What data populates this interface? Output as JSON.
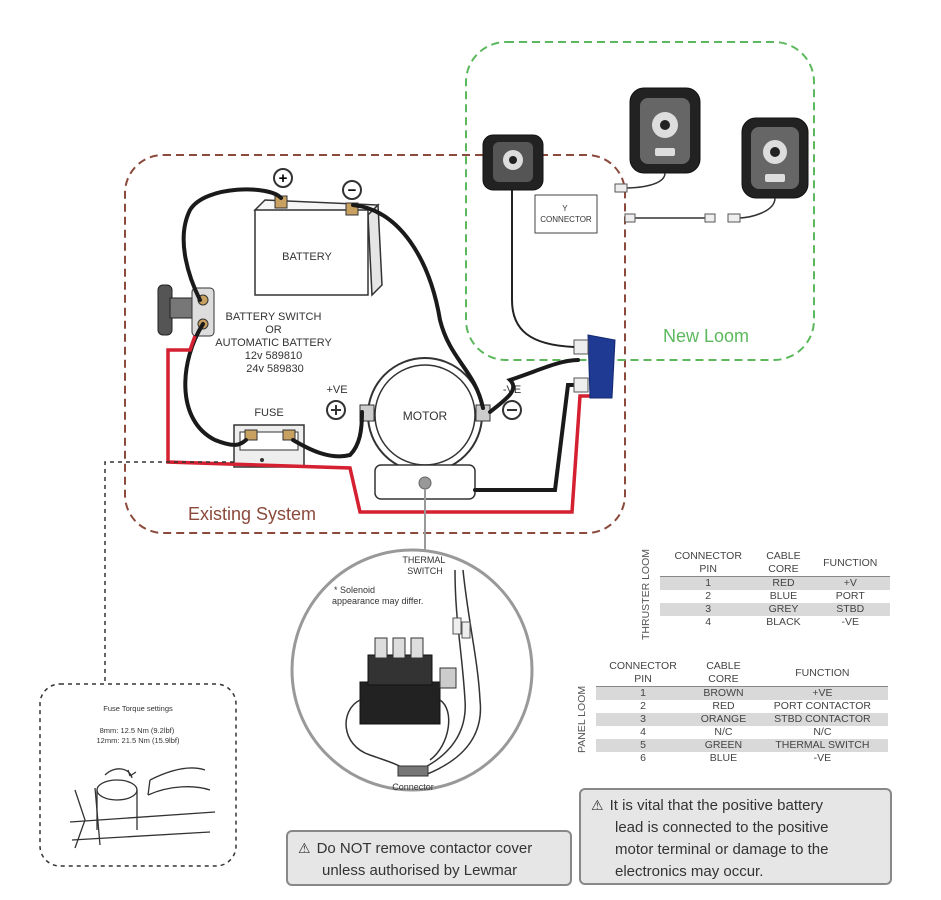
{
  "labels": {
    "battery": "BATTERY",
    "battery_pos": "+",
    "battery_neg": "−",
    "battery_switch": [
      "BATTERY SWITCH",
      "OR",
      "AUTOMATIC BATTERY",
      "12v 589810",
      "24v 589830"
    ],
    "fuse": "FUSE",
    "motor": "MOTOR",
    "motor_pos": "+VE",
    "motor_neg": "-VE",
    "y_connector": [
      "Y",
      "CONNECTOR"
    ],
    "new_loom": "New Loom",
    "existing_system": "Existing System",
    "thermal_switch": [
      "THERMAL",
      "SWITCH"
    ],
    "solenoid_note": [
      "* Solenoid",
      "appearance may differ."
    ],
    "connector": "Connector",
    "fuse_torque_title": "Fuse Torque settings",
    "fuse_torque_lines": [
      "8mm: 12.5 Nm (9.2lbf)",
      "12mm: 21.5 Nm (15.9lbf)"
    ]
  },
  "thruster_loom": {
    "title": "THRUSTER LOOM",
    "headers": [
      [
        "CONNECTOR",
        "PIN"
      ],
      [
        "CABLE",
        "CORE"
      ],
      [
        "FUNCTION"
      ]
    ],
    "rows": [
      [
        "1",
        "RED",
        "+V"
      ],
      [
        "2",
        "BLUE",
        "PORT"
      ],
      [
        "3",
        "GREY",
        "STBD"
      ],
      [
        "4",
        "BLACK",
        "-VE"
      ]
    ]
  },
  "panel_loom": {
    "title": "PANEL LOOM",
    "headers": [
      [
        "CONNECTOR",
        "PIN"
      ],
      [
        "CABLE",
        "CORE"
      ],
      [
        "FUNCTION"
      ]
    ],
    "rows": [
      [
        "1",
        "BROWN",
        "+VE"
      ],
      [
        "2",
        "RED",
        "PORT CONTACTOR"
      ],
      [
        "3",
        "ORANGE",
        "STBD CONTACTOR"
      ],
      [
        "4",
        "N/C",
        "N/C"
      ],
      [
        "5",
        "GREEN",
        "THERMAL SWITCH"
      ],
      [
        "6",
        "BLUE",
        "-VE"
      ]
    ]
  },
  "warnings": {
    "contactor": [
      "Do NOT remove contactor cover",
      "unless authorised by Lewmar"
    ],
    "battery": [
      "It is vital that the positive battery",
      "lead is connected to the positive",
      "motor terminal or damage to the",
      "electronics may occur."
    ]
  },
  "colors": {
    "new_loom_border": "#5cb85c",
    "existing_border": "#8b4a3c",
    "red_wire": "#d42030",
    "black_wire": "#1a1a1a",
    "connector_blue": "#1f3a93"
  }
}
